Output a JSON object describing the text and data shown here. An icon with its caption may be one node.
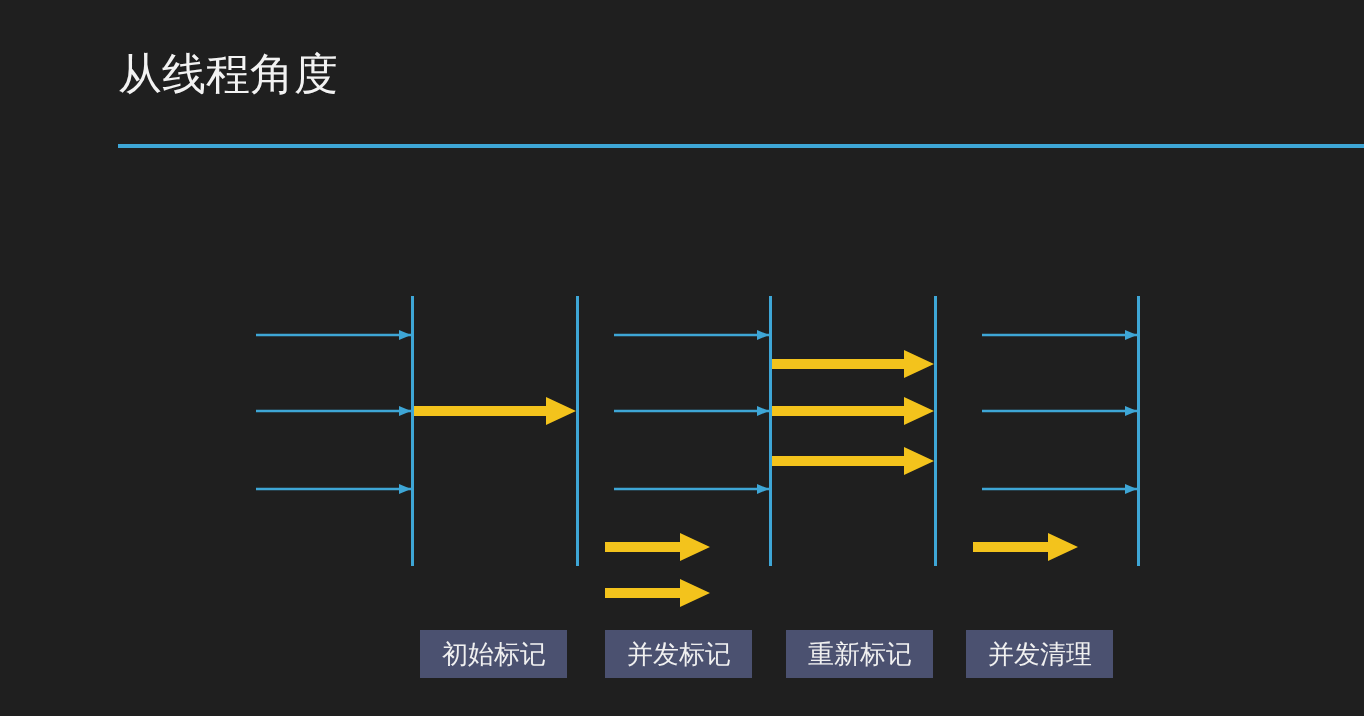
{
  "diagram": {
    "title": "从线程角度",
    "nodes": [
      {
        "text": [],
        "shape": "bar"
      },
      {
        "text": [],
        "shape": "bar"
      },
      {
        "text": [],
        "shape": "bar"
      },
      {
        "text": [],
        "shape": "bar"
      },
      {
        "text": [],
        "shape": "bar"
      },
      {
        "text": [
          "初始标记"
        ]
      },
      {
        "text": [
          "并发标记"
        ]
      },
      {
        "text": [
          "重新标记"
        ]
      },
      {
        "text": [
          "并发清理"
        ]
      }
    ],
    "edges": [
      {
        "from": null,
        "to": 0,
        "arrow": "to"
      },
      {
        "from": null,
        "to": 0,
        "arrow": "to"
      },
      {
        "from": null,
        "to": 0,
        "arrow": "to"
      },
      {
        "from": null,
        "to": 2,
        "arrow": "to"
      },
      {
        "from": null,
        "to": 2,
        "arrow": "to"
      },
      {
        "from": null,
        "to": 2,
        "arrow": "to"
      },
      {
        "from": null,
        "to": 4,
        "arrow": "to"
      },
      {
        "from": null,
        "to": 4,
        "arrow": "to"
      },
      {
        "from": null,
        "to": 4,
        "arrow": "to"
      },
      {
        "from": 0,
        "to": 1,
        "arrow": "to",
        "style": "thick",
        "color": "#f3c31c"
      },
      {
        "from": 2,
        "to": 3,
        "arrow": "to",
        "style": "thick",
        "color": "#f3c31c"
      },
      {
        "from": 2,
        "to": 3,
        "arrow": "to",
        "style": "thick",
        "color": "#f3c31c"
      },
      {
        "from": 2,
        "to": 3,
        "arrow": "to",
        "style": "thick",
        "color": "#f3c31c"
      }
    ]
  }
}
